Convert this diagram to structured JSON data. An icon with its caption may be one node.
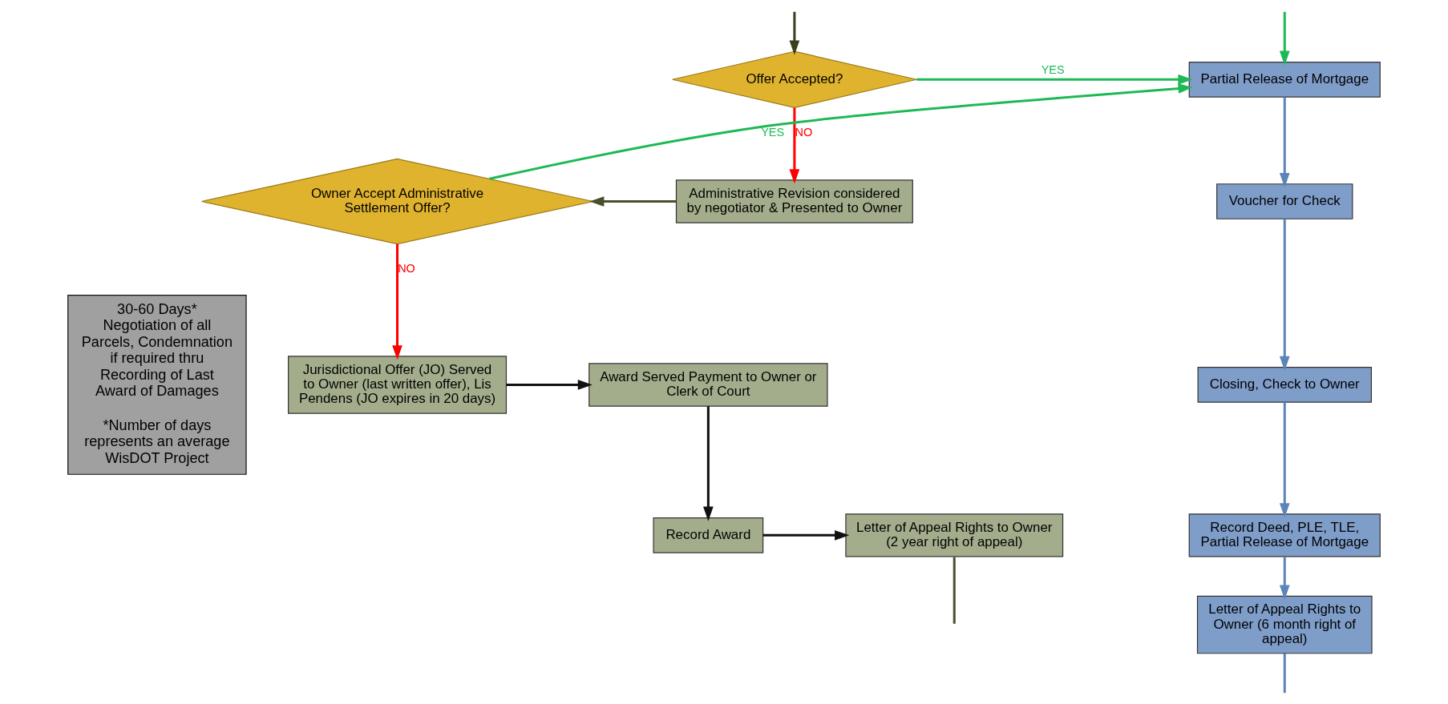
{
  "diagram": {
    "nodes": [
      {
        "text": [
          "Offer Accepted?"
        ]
      },
      {
        "text": [
          "Administrative Revision considered by negotiator & Presented to Owner"
        ]
      },
      {
        "text": [
          "Owner Accept Administrative Settlement Offer?"
        ]
      },
      {
        "text": [
          "Partial Release of Mortgage"
        ]
      },
      {
        "text": [
          "Voucher for Check"
        ]
      },
      {
        "text": [
          "Closing, Check to Owner"
        ]
      },
      {
        "text": [
          "Record Deed, PLE, TLE, Partial Release of Mortgage"
        ]
      },
      {
        "text": [
          "Letter of Appeal Rights to Owner (6 month right of appeal)"
        ]
      },
      {
        "text": [
          "Jurisdictional Offer (JO) Served to Owner (last written offer), Lis Pendens (JO expires in 20 days)"
        ]
      },
      {
        "text": [
          "Award Served Payment to Owner or Clerk of Court"
        ]
      },
      {
        "text": [
          "Record Award"
        ]
      },
      {
        "text": [
          "Letter of Appeal Rights to Owner (2 year right of appeal)"
        ]
      },
      {
        "text": [
          "30-60 Days* Negotiation of all Parcels, Condemnation if required thru Recording of Last Award of Damages",
          "*Number of days represents an average WisDOT Project"
        ]
      }
    ],
    "edges": [
      {
        "from": null,
        "to": 0,
        "arrow": "to",
        "color": "#3b3f1e"
      },
      {
        "from": 0,
        "to": 3,
        "arrow": "to",
        "label": "YES",
        "color": "#1db954"
      },
      {
        "from": 0,
        "to": 1,
        "arrow": "to",
        "label": "NO",
        "color": "#ff0000"
      },
      {
        "from": 1,
        "to": 2,
        "arrow": "to",
        "color": "#4a4f2a"
      },
      {
        "from": 2,
        "to": 3,
        "arrow": "to",
        "label": "YES",
        "color": "#1db954"
      },
      {
        "from": 2,
        "to": 8,
        "arrow": "to",
        "label": "NO",
        "color": "#ff0000"
      },
      {
        "from": null,
        "to": 3,
        "arrow": "to",
        "color": "#1db954"
      },
      {
        "from": 3,
        "to": 4,
        "arrow": "to",
        "color": "#5b85b8"
      },
      {
        "from": 4,
        "to": 5,
        "arrow": "to",
        "color": "#5b85b8"
      },
      {
        "from": 5,
        "to": 6,
        "arrow": "to",
        "color": "#5b85b8"
      },
      {
        "from": 6,
        "to": 7,
        "arrow": "to",
        "color": "#5b85b8"
      },
      {
        "from": 7,
        "to": null,
        "arrow": "none",
        "color": "#5b85b8"
      },
      {
        "from": 8,
        "to": 9,
        "arrow": "to",
        "color": "#111111"
      },
      {
        "from": 9,
        "to": 10,
        "arrow": "to",
        "color": "#111111"
      },
      {
        "from": 10,
        "to": 11,
        "arrow": "to",
        "color": "#111111"
      },
      {
        "from": 11,
        "to": null,
        "arrow": "none",
        "color": "#4a4f2a"
      }
    ]
  }
}
